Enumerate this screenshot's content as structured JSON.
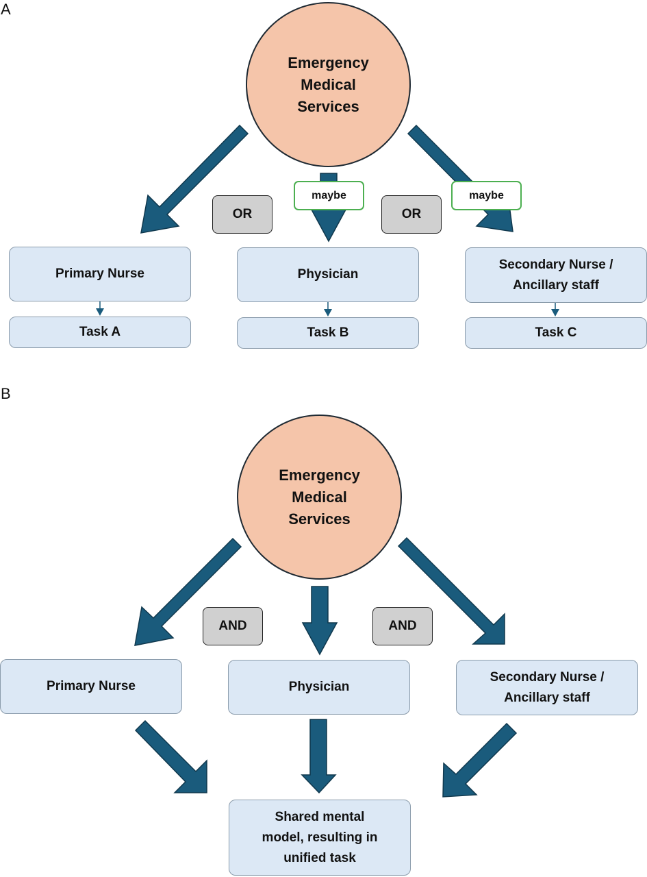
{
  "colors": {
    "arrow": "#1a5b7c",
    "arrow_outline": "#10384d",
    "circle_fill": "#f5c5aa",
    "box_fill": "#dce8f5",
    "operator_fill": "#d0d0d0",
    "maybe_border": "#4caf50"
  },
  "panel_a": {
    "letter": "A",
    "source": "Emergency\nMedical\nServices",
    "operators": [
      "OR",
      "OR"
    ],
    "maybe_labels": [
      "maybe",
      "maybe"
    ],
    "roles": [
      "Primary Nurse",
      "Physician",
      "Secondary Nurse /\nAncillary staff"
    ],
    "tasks": [
      "Task A",
      "Task B",
      "Task C"
    ]
  },
  "panel_b": {
    "letter": "B",
    "source": "Emergency\nMedical\nServices",
    "operators": [
      "AND",
      "AND"
    ],
    "roles": [
      "Primary Nurse",
      "Physician",
      "Secondary Nurse /\nAncillary staff"
    ],
    "outcome": "Shared mental\nmodel, resulting in\nunified task"
  }
}
